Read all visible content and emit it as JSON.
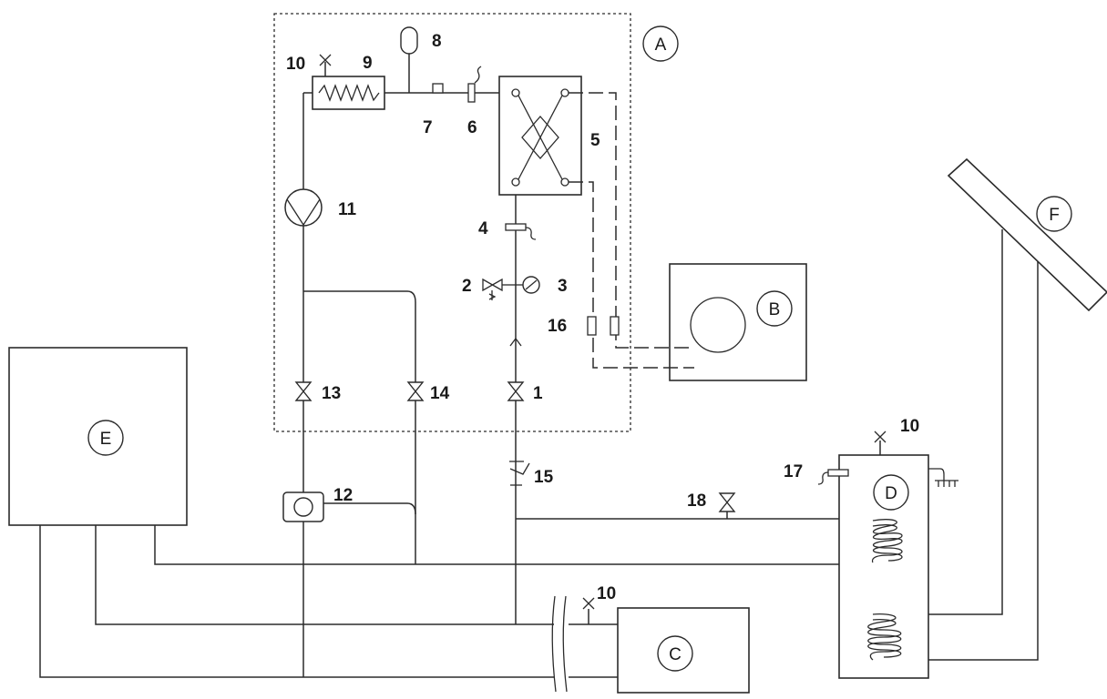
{
  "units": {
    "A": "A",
    "B": "B",
    "C": "C",
    "D": "D",
    "E": "E",
    "F": "F"
  },
  "components": {
    "c1": "1",
    "c2": "2",
    "c3": "3",
    "c4": "4",
    "c5": "5",
    "c6": "6",
    "c7": "7",
    "c8": "8",
    "c9": "9",
    "c10a": "10",
    "c10b": "10",
    "c10c": "10",
    "c11": "11",
    "c12": "12",
    "c13": "13",
    "c14": "14",
    "c15": "15",
    "c16": "16",
    "c17": "17",
    "c18": "18"
  }
}
